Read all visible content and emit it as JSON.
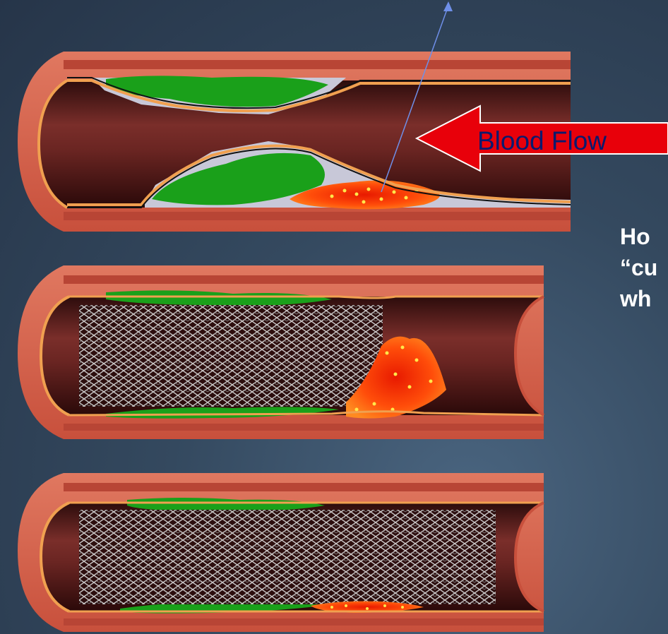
{
  "diagram": {
    "flow_arrow": {
      "label": "Blood Flow",
      "color": "#e8000a"
    },
    "side_text": {
      "lines": [
        "Ho",
        "“cu",
        "wh"
      ]
    },
    "colors": {
      "vessel_wall": "#d8654e",
      "lumen": "#5a1d1d",
      "plaque": "#1aa01a",
      "thrombus": "#ff4d0a",
      "stent": "#d6d6d6"
    },
    "panels": [
      "narrowed artery with plaque and clot",
      "stent with thrombus at edge",
      "stent with small residual clot"
    ]
  }
}
